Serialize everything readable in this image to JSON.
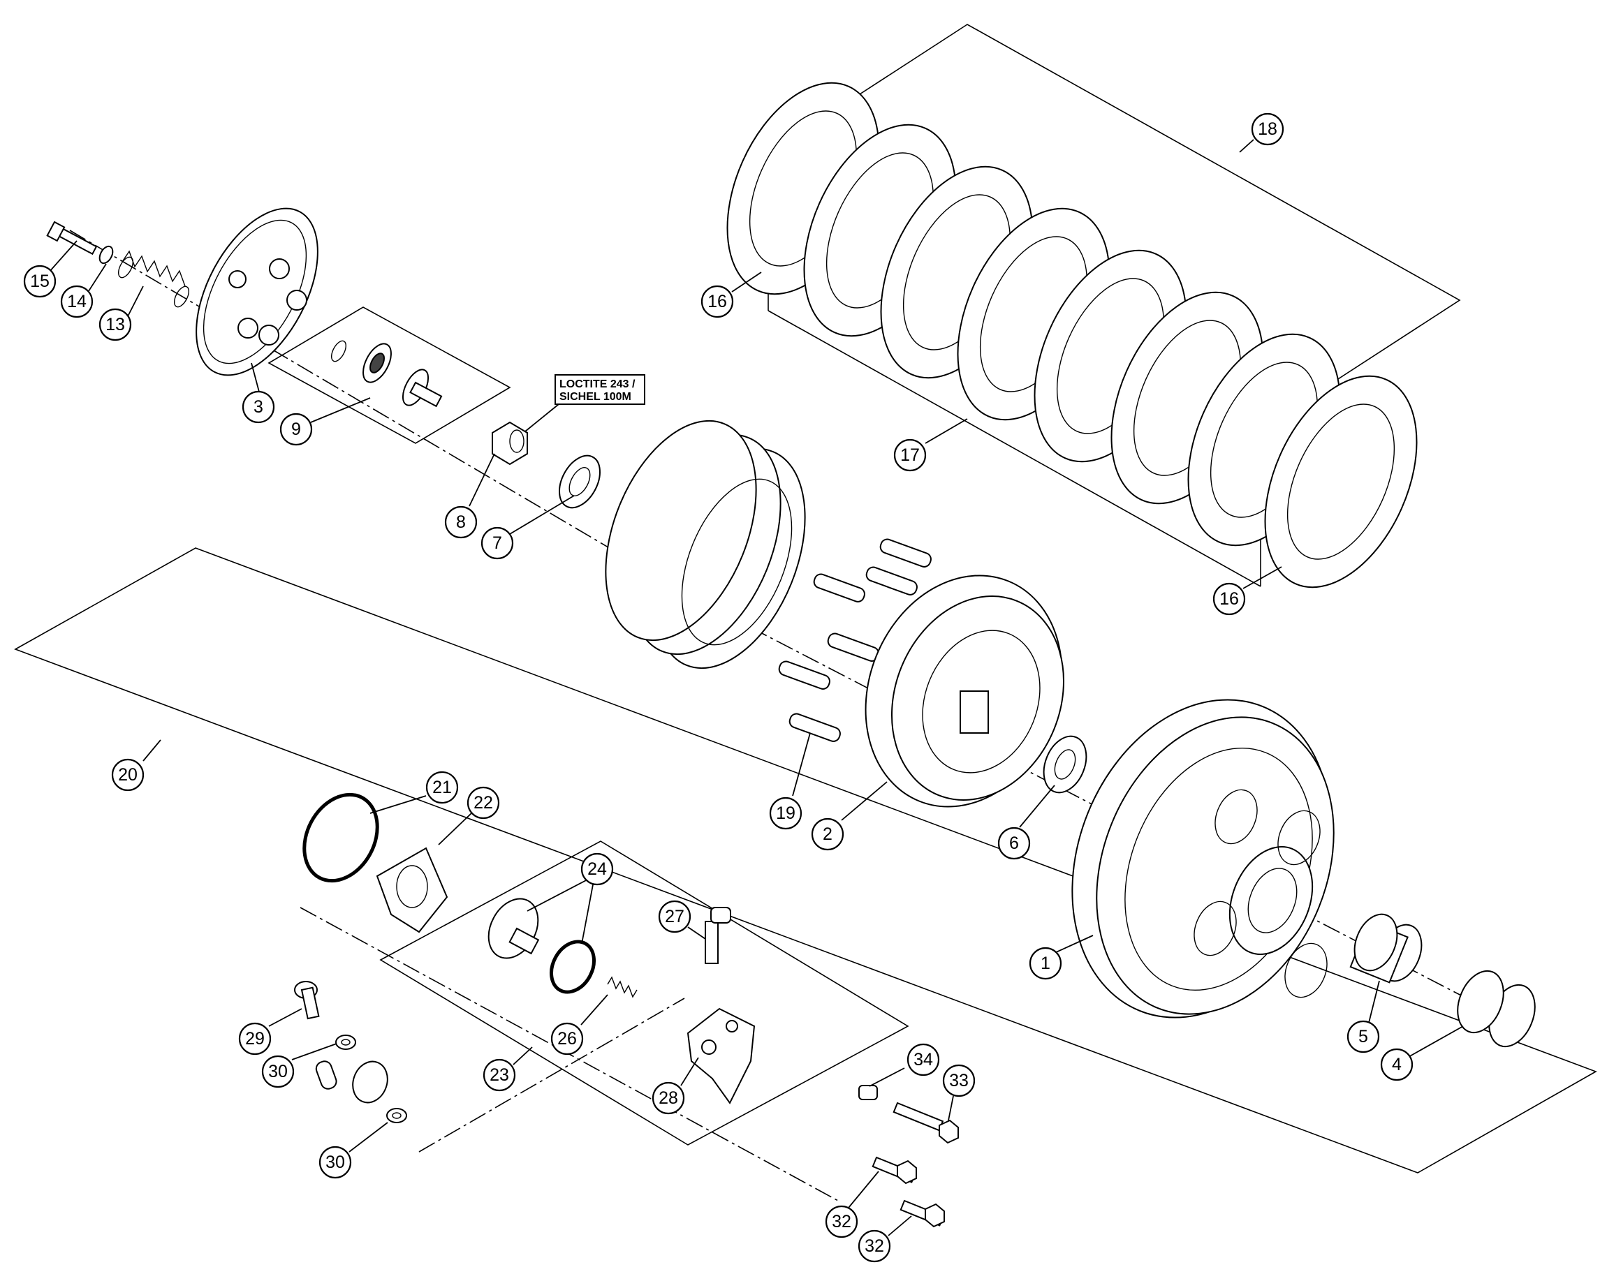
{
  "note": {
    "line1": "LOCTITE 243 /",
    "line2": "SICHEL 100M"
  },
  "callouts": [
    {
      "id": "c15",
      "label": "15"
    },
    {
      "id": "c14",
      "label": "14"
    },
    {
      "id": "c13",
      "label": "13"
    },
    {
      "id": "c3",
      "label": "3"
    },
    {
      "id": "c9",
      "label": "9"
    },
    {
      "id": "c8",
      "label": "8"
    },
    {
      "id": "c7",
      "label": "7"
    },
    {
      "id": "c16a",
      "label": "16"
    },
    {
      "id": "c18",
      "label": "18"
    },
    {
      "id": "c17",
      "label": "17"
    },
    {
      "id": "c16b",
      "label": "16"
    },
    {
      "id": "c20",
      "label": "20"
    },
    {
      "id": "c21",
      "label": "21"
    },
    {
      "id": "c22",
      "label": "22"
    },
    {
      "id": "c19",
      "label": "19"
    },
    {
      "id": "c2",
      "label": "2"
    },
    {
      "id": "c6",
      "label": "6"
    },
    {
      "id": "c24",
      "label": "24"
    },
    {
      "id": "c27",
      "label": "27"
    },
    {
      "id": "c1",
      "label": "1"
    },
    {
      "id": "c29",
      "label": "29"
    },
    {
      "id": "c26",
      "label": "26"
    },
    {
      "id": "c30a",
      "label": "30"
    },
    {
      "id": "c23",
      "label": "23"
    },
    {
      "id": "c28",
      "label": "28"
    },
    {
      "id": "c34",
      "label": "34"
    },
    {
      "id": "c33",
      "label": "33"
    },
    {
      "id": "c5",
      "label": "5"
    },
    {
      "id": "c4",
      "label": "4"
    },
    {
      "id": "c30b",
      "label": "30"
    },
    {
      "id": "c32a",
      "label": "32"
    },
    {
      "id": "c32b",
      "label": "32"
    }
  ]
}
